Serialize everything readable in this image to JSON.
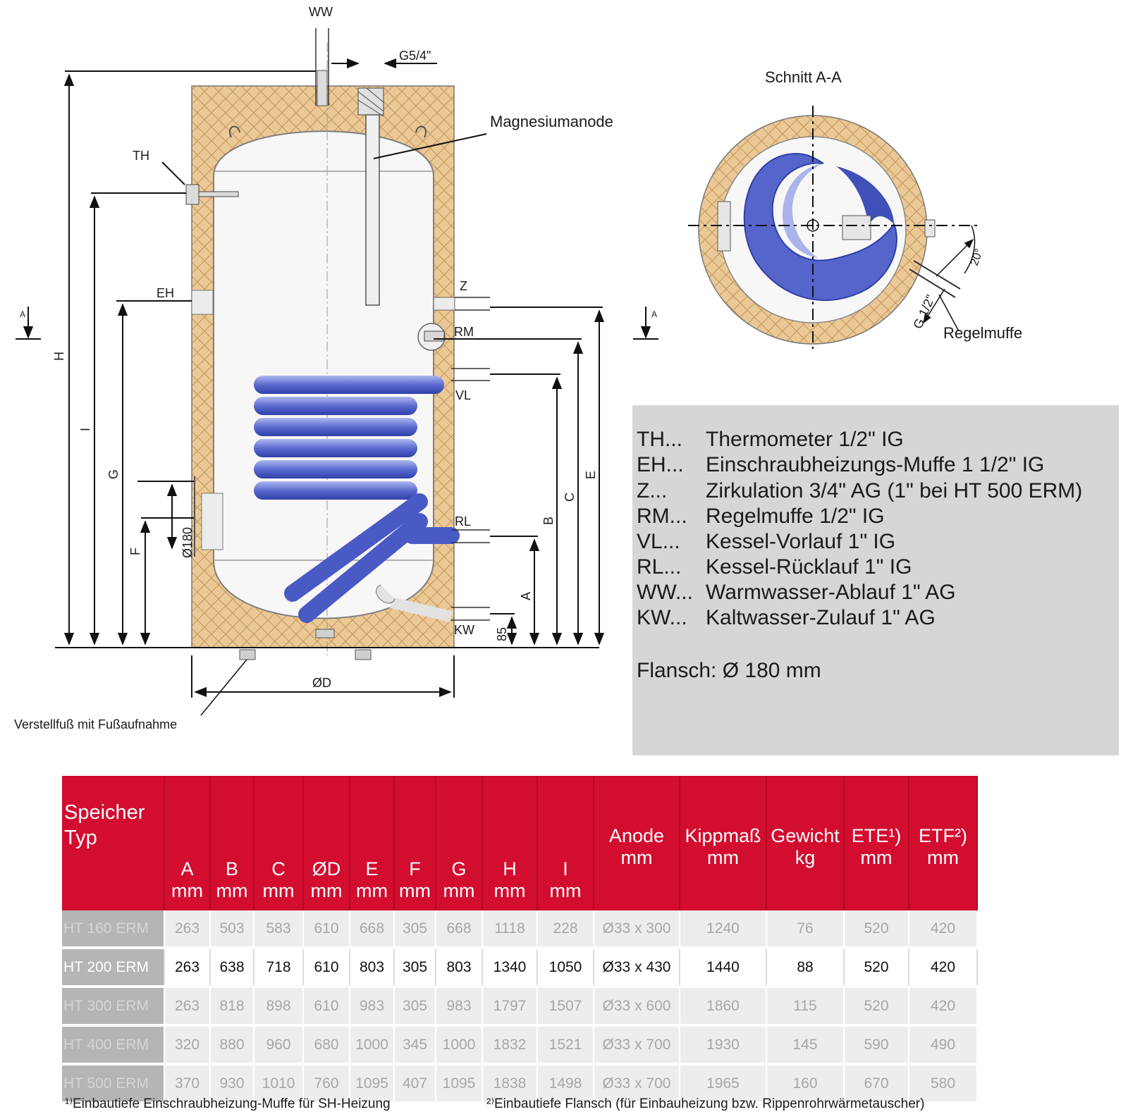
{
  "diagram": {
    "top_labels": {
      "ww": "WW",
      "g54": "G5/4\"",
      "anode": "Magnesiumanode"
    },
    "port_labels": {
      "th": "TH",
      "eh": "EH",
      "z": "Z",
      "rm": "RM",
      "vl": "VL",
      "rl": "RL",
      "kw": "KW"
    },
    "dim_labels": {
      "h": "H",
      "i": "I",
      "g": "G",
      "f": "F",
      "a": "A",
      "b": "B",
      "c": "C",
      "e": "E",
      "d": "ØD",
      "flange": "Ø180",
      "min85": "85"
    },
    "section_marker": "A",
    "foot_label": "Verstellfuß mit Fußaufnahme",
    "section": {
      "title": "Schnitt A-A",
      "regelmuffe": "Regelmuffe",
      "g12": "G 1/2\"",
      "angle": "20°"
    }
  },
  "legend": {
    "items": [
      {
        "code": "TH...",
        "text": "Thermometer 1/2\" IG"
      },
      {
        "code": "EH...",
        "text": "Einschraubheizungs-Muffe 1 1/2\" IG"
      },
      {
        "code": "Z...",
        "text": "Zirkulation 3/4\" AG (1\" bei HT 500 ERM)"
      },
      {
        "code": "RM...",
        "text": "Regelmuffe 1/2\" IG"
      },
      {
        "code": "VL...",
        "text": "Kessel-Vorlauf 1\" IG"
      },
      {
        "code": "RL...",
        "text": "Kessel-Rücklauf 1\" IG"
      },
      {
        "code": "WW...",
        "text": "Warmwasser-Ablauf 1\" AG"
      },
      {
        "code": "KW...",
        "text": "Kaltwasser-Zulauf 1\" AG"
      }
    ],
    "flansch": "Flansch: Ø 180 mm"
  },
  "table": {
    "type_header": [
      "Speicher",
      "Typ"
    ],
    "dim_headers": [
      {
        "name": "A",
        "unit": "mm"
      },
      {
        "name": "B",
        "unit": "mm"
      },
      {
        "name": "C",
        "unit": "mm"
      },
      {
        "name": "ØD",
        "unit": "mm"
      },
      {
        "name": "E",
        "unit": "mm"
      },
      {
        "name": "F",
        "unit": "mm"
      },
      {
        "name": "G",
        "unit": "mm"
      },
      {
        "name": "H",
        "unit": "mm"
      },
      {
        "name": "I",
        "unit": "mm"
      }
    ],
    "ext_headers": [
      {
        "name": "Anode",
        "unit": "mm"
      },
      {
        "name": "Kippmaß",
        "unit": "mm"
      },
      {
        "name": "Gewicht",
        "unit": "kg"
      },
      {
        "name": "ETE¹)",
        "unit": "mm"
      },
      {
        "name": "ETF²)",
        "unit": "mm"
      }
    ],
    "rows": [
      [
        "HT 160 ERM",
        "263",
        "503",
        "583",
        "610",
        "668",
        "305",
        "668",
        "1118",
        "228",
        "Ø33 x 300",
        "1240",
        "76",
        "520",
        "420"
      ],
      [
        "HT 200 ERM",
        "263",
        "638",
        "718",
        "610",
        "803",
        "305",
        "803",
        "1340",
        "1050",
        "Ø33 x 430",
        "1440",
        "88",
        "520",
        "420"
      ],
      [
        "HT 300 ERM",
        "263",
        "818",
        "898",
        "610",
        "983",
        "305",
        "983",
        "1797",
        "1507",
        "Ø33 x 600",
        "1860",
        "115",
        "520",
        "420"
      ],
      [
        "HT 400 ERM",
        "320",
        "880",
        "960",
        "680",
        "1000",
        "345",
        "1000",
        "1832",
        "1521",
        "Ø33 x 700",
        "1930",
        "145",
        "590",
        "490"
      ],
      [
        "HT 500 ERM",
        "370",
        "930",
        "1010",
        "760",
        "1095",
        "407",
        "1095",
        "1838",
        "1498",
        "Ø33 x 700",
        "1965",
        "160",
        "670",
        "580"
      ]
    ],
    "footnotes": [
      "¹⁾Einbautiefe Einschraubheizung-Muffe für SH-Heizung",
      "²⁾Einbautiefe Flansch (für Einbauheizung bzw. Rippenrohrwärmetauscher)"
    ]
  }
}
